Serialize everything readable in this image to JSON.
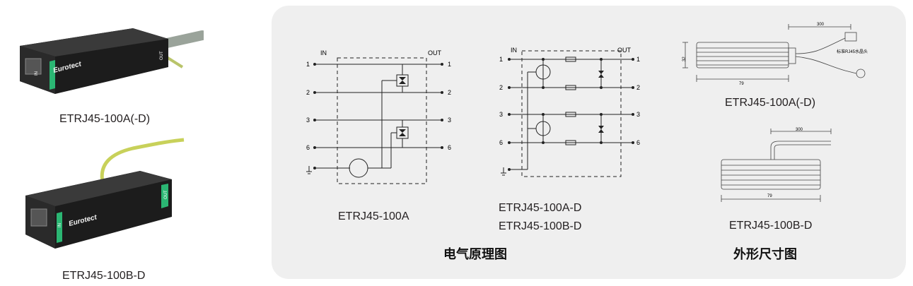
{
  "products": [
    {
      "caption": "ETRJ45-100A(-D)",
      "brand": "Eurotect",
      "tag_in": "IN",
      "tag_out": "OUT"
    },
    {
      "caption": "ETRJ45-100B-D",
      "brand": "Eurotect",
      "tag_in": "IN",
      "tag_out": "OUT"
    }
  ],
  "schematics": {
    "heading": "电气原理图",
    "a": {
      "label_in": "IN",
      "label_out": "OUT",
      "pins": [
        "1",
        "2",
        "3",
        "6"
      ],
      "caption": "ETRJ45-100A"
    },
    "d": {
      "label_in": "IN",
      "label_out": "OUT",
      "pins": [
        "1",
        "2",
        "3",
        "6"
      ],
      "caption_line1": "ETRJ45-100A-D",
      "caption_line2": "ETRJ45-100B-D"
    }
  },
  "dimensions": {
    "heading": "外形尺寸图",
    "a": {
      "caption": "ETRJ45-100A(-D)",
      "dim_cable": "300",
      "dim_length": "79",
      "dim_height": "32",
      "note": "标准RJ45水晶头"
    },
    "b": {
      "caption": "ETRJ45-100B-D",
      "dim_cable": "300",
      "dim_length": "79"
    }
  }
}
